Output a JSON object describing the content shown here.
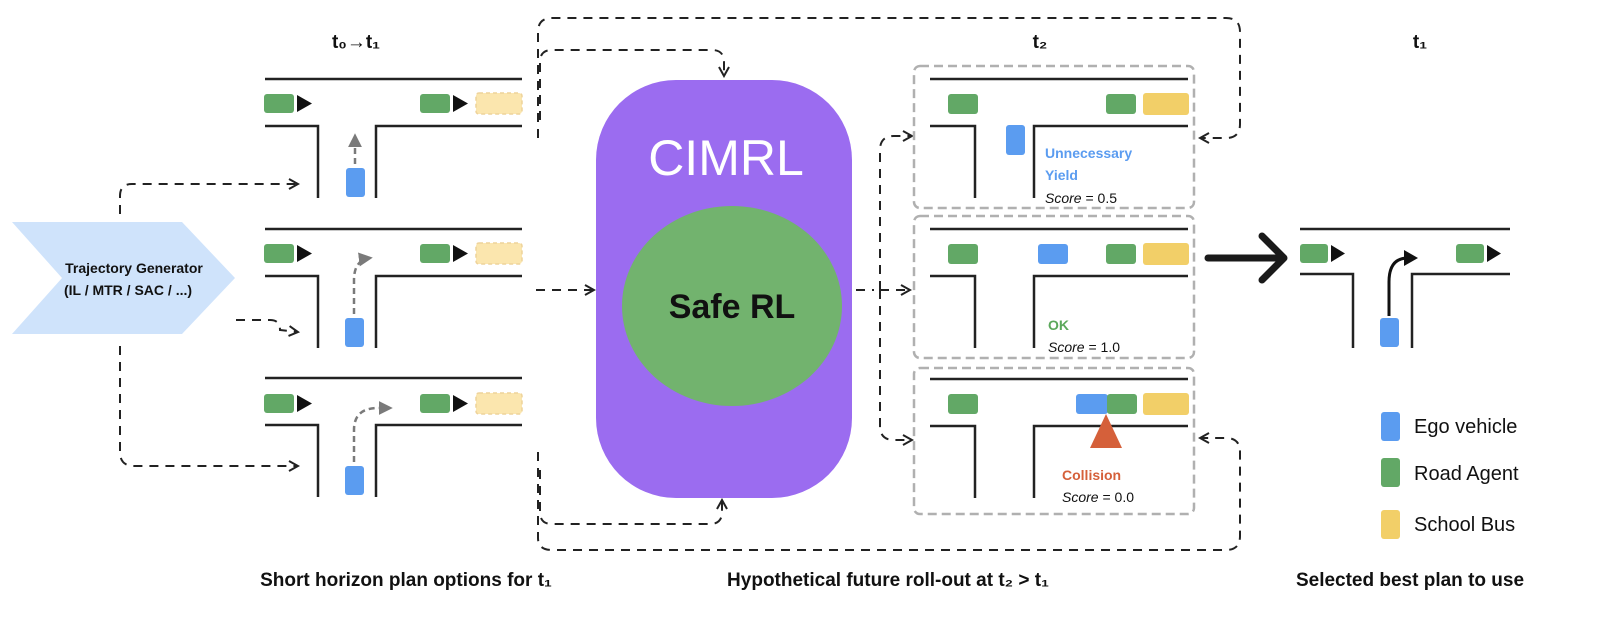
{
  "headers": {
    "col1": "t₀→t₁",
    "col2": "t₂",
    "col3": "t₁"
  },
  "generator": {
    "line1": "Trajectory Generator",
    "line2": "(IL / MTR / SAC / ...)"
  },
  "model": {
    "title": "CIMRL",
    "core": "Safe RL"
  },
  "outcomes": [
    {
      "label_line1": "Unnecessary",
      "label_line2": "Yield",
      "score_word": "Score",
      "score_value": " = 0.5",
      "color": "#5b9cf0"
    },
    {
      "label_line1": "OK",
      "label_line2": "",
      "score_word": "Score",
      "score_value": " = 1.0",
      "color": "#5ba85b"
    },
    {
      "label_line1": "Collision",
      "label_line2": "",
      "score_word": "Score",
      "score_value": " = 0.0",
      "color": "#d5603a"
    }
  ],
  "legend": [
    {
      "label": "Ego vehicle",
      "color": "#5b9cf0"
    },
    {
      "label": "Road Agent",
      "color": "#62a866"
    },
    {
      "label": "School Bus",
      "color": "#f2cf68"
    }
  ],
  "captions": {
    "left": "Short horizon plan options for t₁",
    "middle": "Hypothetical future roll-out at t₂ > t₁",
    "right": "Selected best plan to use"
  },
  "colors": {
    "ego": "#5b9cf0",
    "agent": "#62a866",
    "bus": "#f2cf68",
    "bus_ghost": "#fbe6ae",
    "model_bg": "#9b6cf0",
    "core_bg": "#72b36e",
    "generator_bg": "#cfe3fb"
  }
}
